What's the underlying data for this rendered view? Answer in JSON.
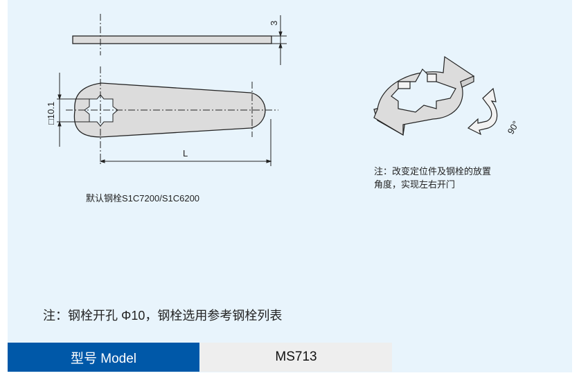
{
  "drawing": {
    "thickness_dim": "3",
    "square_dim": "□10.1",
    "length_dim": "L",
    "angle_label": "90°",
    "caption": "默认钢栓S1C7200/S1C6200",
    "rotation_note_line1": "注：改变定位件及钢栓的放置",
    "rotation_note_line2": "角度，实现左右开门"
  },
  "note": "注：钢栓开孔 Φ10，钢栓选用参考钢栓列表",
  "table": {
    "header": "型号 Model",
    "value": "MS713"
  },
  "colors": {
    "panel": "#e8f4fc",
    "header_bg": "#0058a8",
    "value_bg": "#eeeeee",
    "part_fill": "#dcdcdc"
  }
}
